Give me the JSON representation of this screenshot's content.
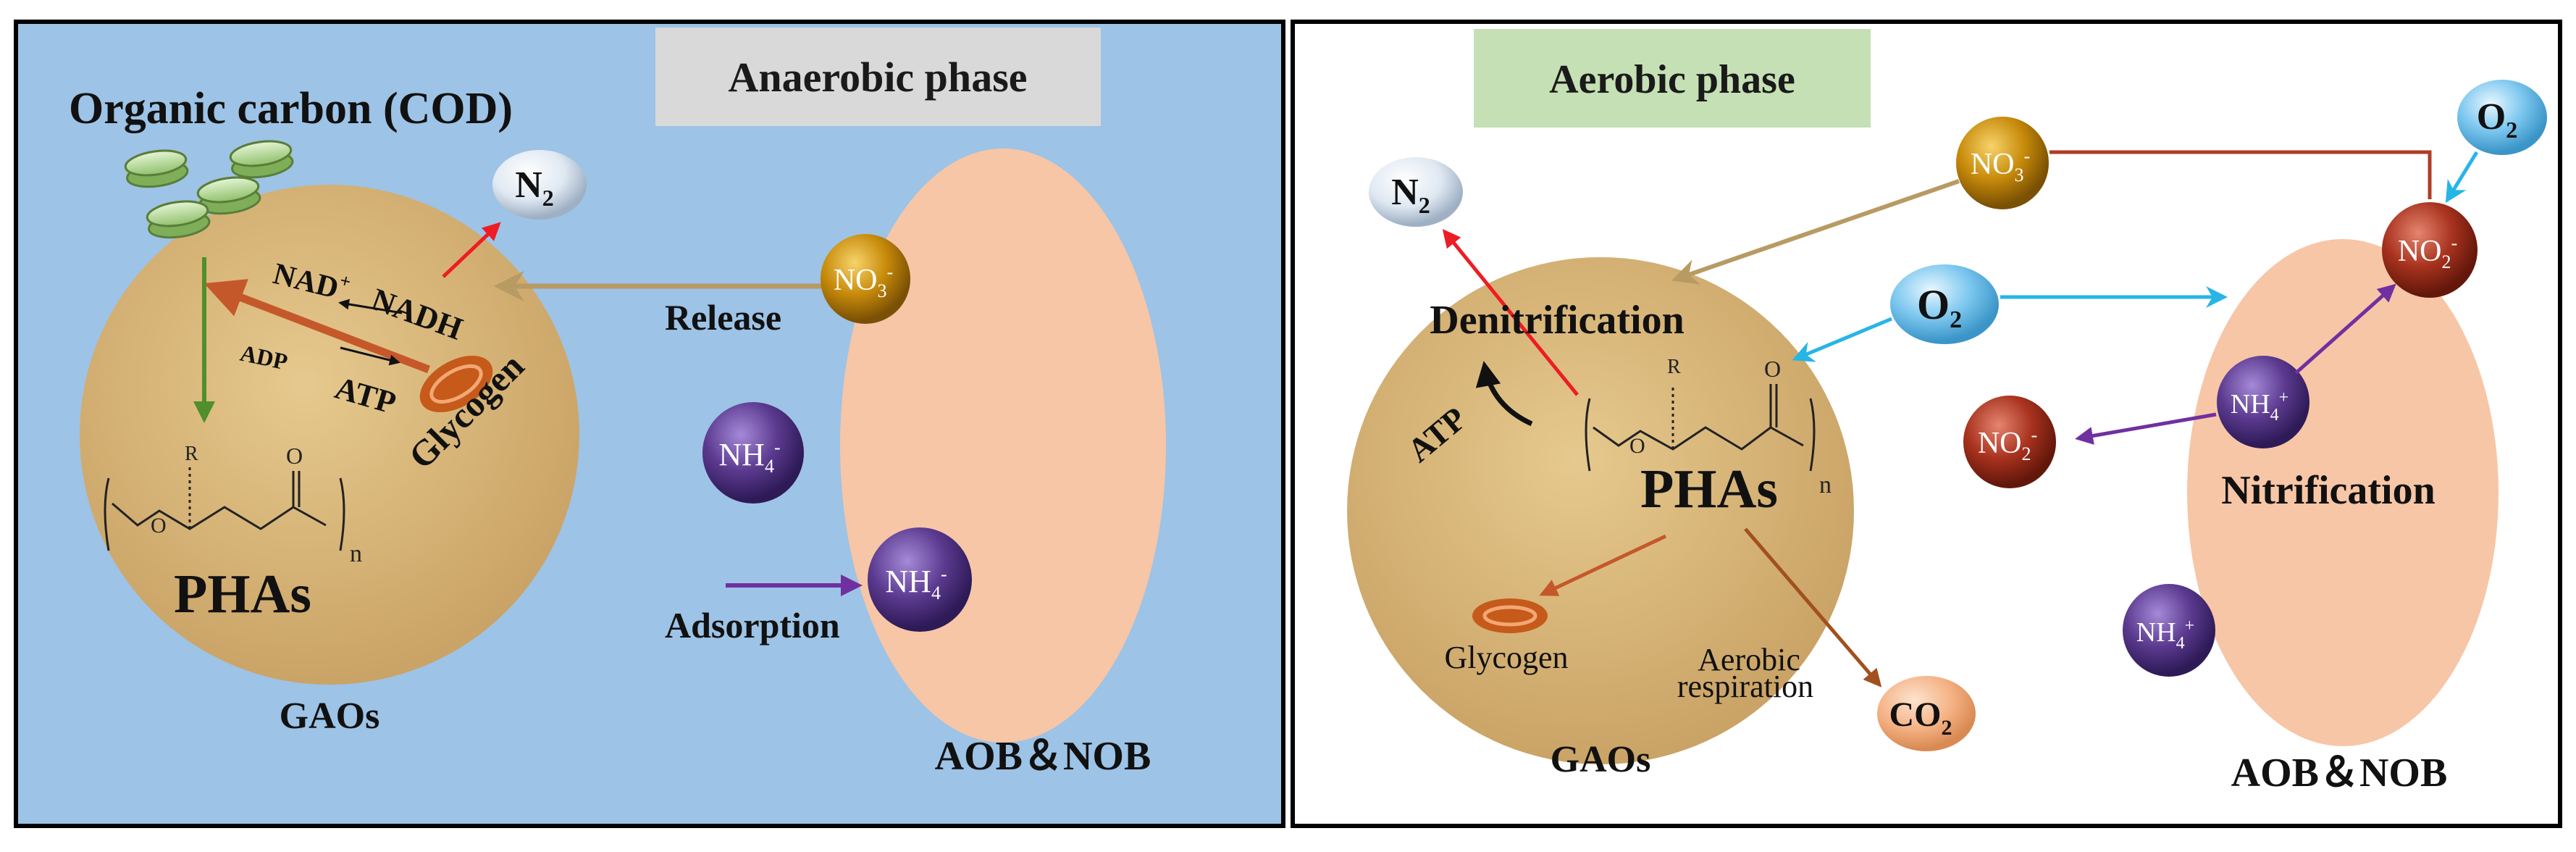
{
  "left_panel": {
    "phase_label": "Anaerobic phase",
    "organic_carbon_label": "Organic carbon (COD)",
    "cofactor_nad": "NAD",
    "cofactor_nadh": "NADH",
    "cofactor_adp": "ADP",
    "cofactor_atp": "ATP",
    "glycogen_label": "Glycogen",
    "polymer_label": "PHAs",
    "polymer_r": "R",
    "polymer_n": "n",
    "polymer_o": "O",
    "release_label": "Release",
    "adsorption_label": "Adsorption",
    "cell_gao_label": "GAOs",
    "cell_aob_label": "AOB＆NOB",
    "n2": "N",
    "nitrate": "NO",
    "ammonium_free": "NH",
    "ammonium_adsorbed": "NH"
  },
  "right_panel": {
    "phase_label": "Aerobic phase",
    "denitrification_label": "Denitrification",
    "atp_label": "ATP",
    "polymer_label": "PHAs",
    "polymer_r": "R",
    "polymer_n": "n",
    "polymer_o": "O",
    "glycogen_label": "Glycogen",
    "aerobic_label_1": "Aerobic",
    "aerobic_label_2": "respiration",
    "nitrification_label": "Nitrification",
    "cell_gao_label": "GAOs",
    "cell_aob_label": "AOB＆NOB",
    "n2": "N",
    "nitrate": "NO",
    "o2_top": "O",
    "o2_mid": "O",
    "nitrite_cell": "NO",
    "nitrite_out": "NO",
    "ammonium_cell": "NH",
    "ammonium_bottom": "NH",
    "co2": "CO"
  },
  "colors": {
    "left_bg": "#9dc3e6",
    "right_bg": "#ffffff",
    "gao_cell": "#d9b878",
    "aob_cell": "#f7c6a6",
    "anaerobic_label_bg": "#d9d9d9",
    "aerobic_label_bg": "#c5e0b4",
    "ammonium": "#5b3a8f",
    "nitrate": "#c78a0a",
    "nitrite": "#a8321e",
    "o2": "#7cc7ef",
    "n2": "#dfe8f2",
    "co2": "#f4b183",
    "arrow_red": "#ee1c24",
    "arrow_tan": "#b89a63",
    "arrow_green": "#4f8f2d",
    "arrow_orange": "#c5582a",
    "arrow_purple": "#7030a0",
    "arrow_cyan": "#27b5e6",
    "arrow_brown": "#a1511e",
    "arrow_dark_red": "#b13b24"
  }
}
